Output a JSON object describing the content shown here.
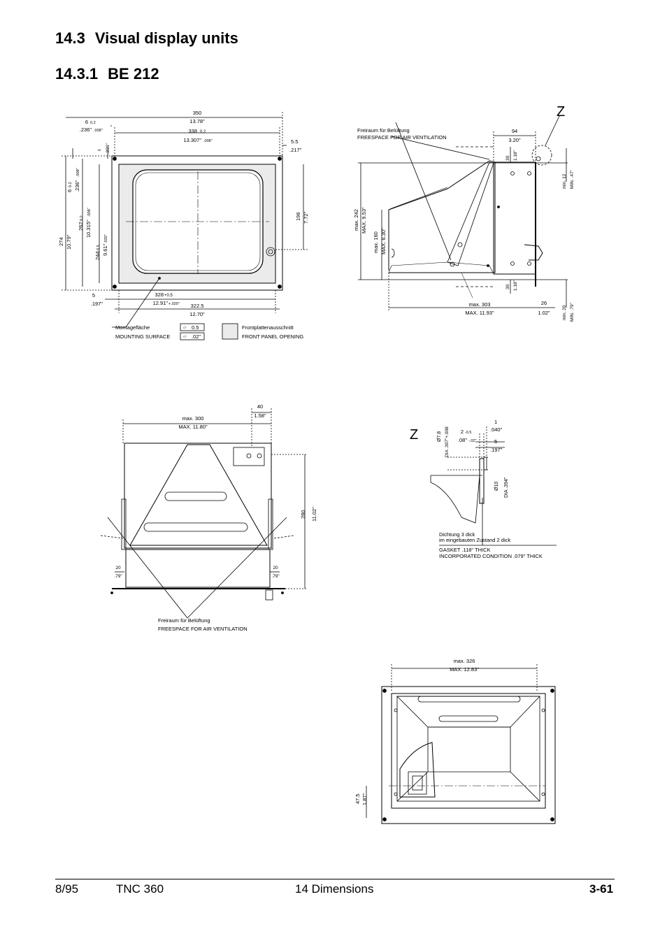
{
  "headings": {
    "section_num": "14.3",
    "section_title": "Visual display units",
    "subsection_num": "14.3.1",
    "subsection_title": "BE 212"
  },
  "front_view": {
    "w_350": "350",
    "w_13_78": "13.78\"",
    "w_338": "338",
    "w_338_tol": "0.2",
    "w_13_307": "13.307\"",
    "w_13_307_tol": ".008\"",
    "left_6": "6",
    "left_6_tol": "0.2",
    "left_236": ".236\"",
    "left_236_tol": ".008\"",
    "right_5_5": "5.5",
    "right_217": ".217\"",
    "top_6": "6",
    "top_236": ".236\"",
    "v_6": "6",
    "v_6_tol": "0.2",
    "v_236": ".236\"",
    "v_236_tol": ".008\"",
    "v_262": "262",
    "v_262_tol": "0.2",
    "v_10_315": "10.315\"",
    "v_10_315_tol": ".008\"",
    "v_274": "274",
    "v_10_79": "10.79\"",
    "v_244": "244",
    "v_244_tol": "0.5",
    "v_9_61": "9.61\"",
    "v_9_61_tol": ".020\"",
    "v_196": "196",
    "v_7_72": "7.72\"",
    "b_5": "5",
    "b_197": ".197\"",
    "b_328": "328",
    "b_328_tol": "+0.5",
    "b_12_91": "12.91\"",
    "b_12_91_tol": "+.020\"",
    "b_322_5": "322.5",
    "b_12_70": "12.70\"",
    "mount_de": "Montagefläche",
    "mount_en": "MOUNTING SURFACE",
    "flat_mm": "0.5",
    "flat_in": ".02\"",
    "opening_de": "Frontplattenausschnitt",
    "opening_en": "FRONT PANEL OPENING"
  },
  "side_view": {
    "z": "Z",
    "vent_de": "Freiraum für Belüftung",
    "vent_en": "FREESPACE FOR AIR VENTILATION",
    "d_94": "94",
    "d_3_20": "3.20\"",
    "d_30a": "30",
    "d_1_18a": "1.18\"",
    "d_min12": "min. 12",
    "d_min47": "MIN. .47\"",
    "d_max242": "max. 242",
    "d_max9_53": "MAX. 9.53\"",
    "d_max160": "max. 160",
    "d_max6_30": "MAX. 6.30\"",
    "d_30b": "30",
    "d_1_18b": "1.18\"",
    "d_max303": "max. 303",
    "d_max11_93": "MAX. 11.93\"",
    "d_26": "26",
    "d_1_02": "1.02\"",
    "d_min20": "min. 20",
    "d_min79": "MIN. .79\""
  },
  "top_view": {
    "d_40": "40",
    "d_1_58": "1.58\"",
    "d_max300": "max. 300",
    "d_max11_80": "MAX. 11.80\"",
    "d_280": "280",
    "d_11_02": "11.02\"",
    "d_20a": "20",
    "d_79a": ".79\"",
    "d_20b": "20",
    "d_79b": ".79\"",
    "vent_de": "Freiraum für Belüftung",
    "vent_en": "FREESPACE FOR AIR VENTILATION"
  },
  "detail_z": {
    "z": "Z",
    "dia78": "Ø7.8",
    "dia307": "DIA .307\"+.008",
    "d_2": "2",
    "d_2_tol": "-0.5",
    "d_08": ".08\"",
    "d_08_tol": "-.02\"",
    "d_1": "1",
    "d_040": ".040\"",
    "d_5": "5",
    "d_197": ".197\"",
    "dia10": "Ø10",
    "dia394": "DIA .394\"",
    "gasket_de1": "Dichtung 3 dick",
    "gasket_de2": "im eingebauten Zustand 2 dick",
    "gasket_en1": "GASKET .118\" THICK",
    "gasket_en2": "INCORPORATED CONDITION .079\" THICK"
  },
  "rear_view": {
    "d_max326": "max. 326",
    "d_max12_83": "MAX. 12.83\"",
    "d_47_5": "47.5",
    "d_1_87": "1.87\""
  },
  "footer": {
    "date": "8/95",
    "product": "TNC 360",
    "chapter": "14  Dimensions",
    "page": "3-61"
  }
}
